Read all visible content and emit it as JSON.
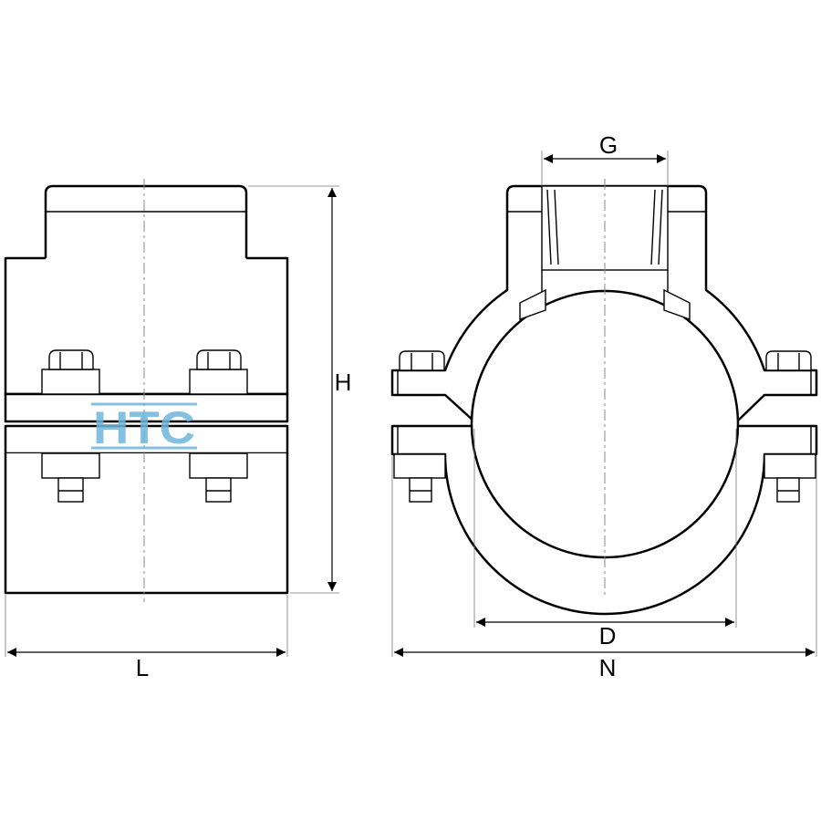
{
  "labels": {
    "length": "L",
    "height": "H",
    "outlet_thread": "G",
    "pipe_diameter": "D",
    "overall_width": "N"
  },
  "watermark": {
    "text": "HTC",
    "color": "#6fb6dc"
  }
}
